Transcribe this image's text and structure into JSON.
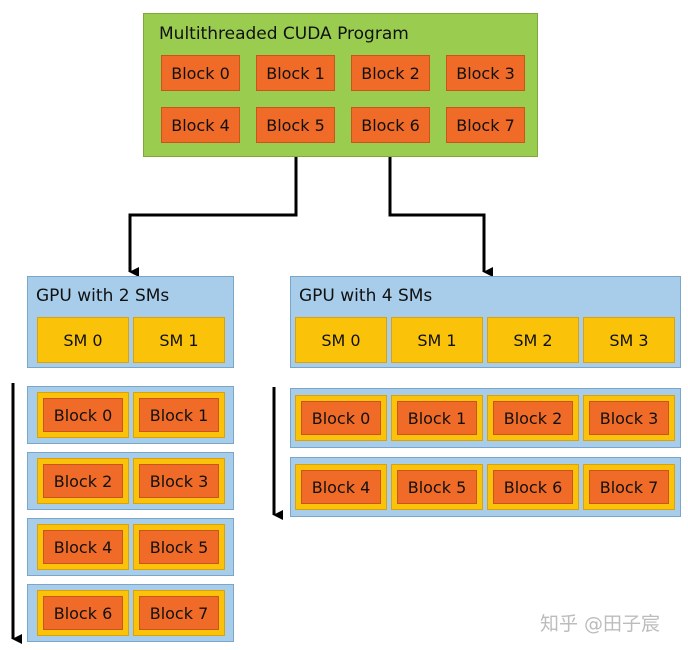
{
  "program": {
    "title": "Multithreaded CUDA Program",
    "blocks": [
      "Block 0",
      "Block 1",
      "Block 2",
      "Block 3",
      "Block 4",
      "Block 5",
      "Block 6",
      "Block 7"
    ]
  },
  "gpu2": {
    "title": "GPU with 2 SMs",
    "sms": [
      "SM 0",
      "SM 1"
    ],
    "rows": [
      [
        "Block 0",
        "Block 1"
      ],
      [
        "Block 2",
        "Block 3"
      ],
      [
        "Block 4",
        "Block 5"
      ],
      [
        "Block 6",
        "Block 7"
      ]
    ]
  },
  "gpu4": {
    "title": "GPU with 4 SMs",
    "sms": [
      "SM 0",
      "SM 1",
      "SM 2",
      "SM 3"
    ],
    "rows": [
      [
        "Block 0",
        "Block 1",
        "Block 2",
        "Block 3"
      ],
      [
        "Block 4",
        "Block 5",
        "Block 6",
        "Block 7"
      ]
    ]
  },
  "watermark": "知乎 @田子宸",
  "colors": {
    "program": "#9acd4f",
    "gpu": "#a7cdea",
    "block": "#f06a28",
    "sm": "#fac309"
  }
}
